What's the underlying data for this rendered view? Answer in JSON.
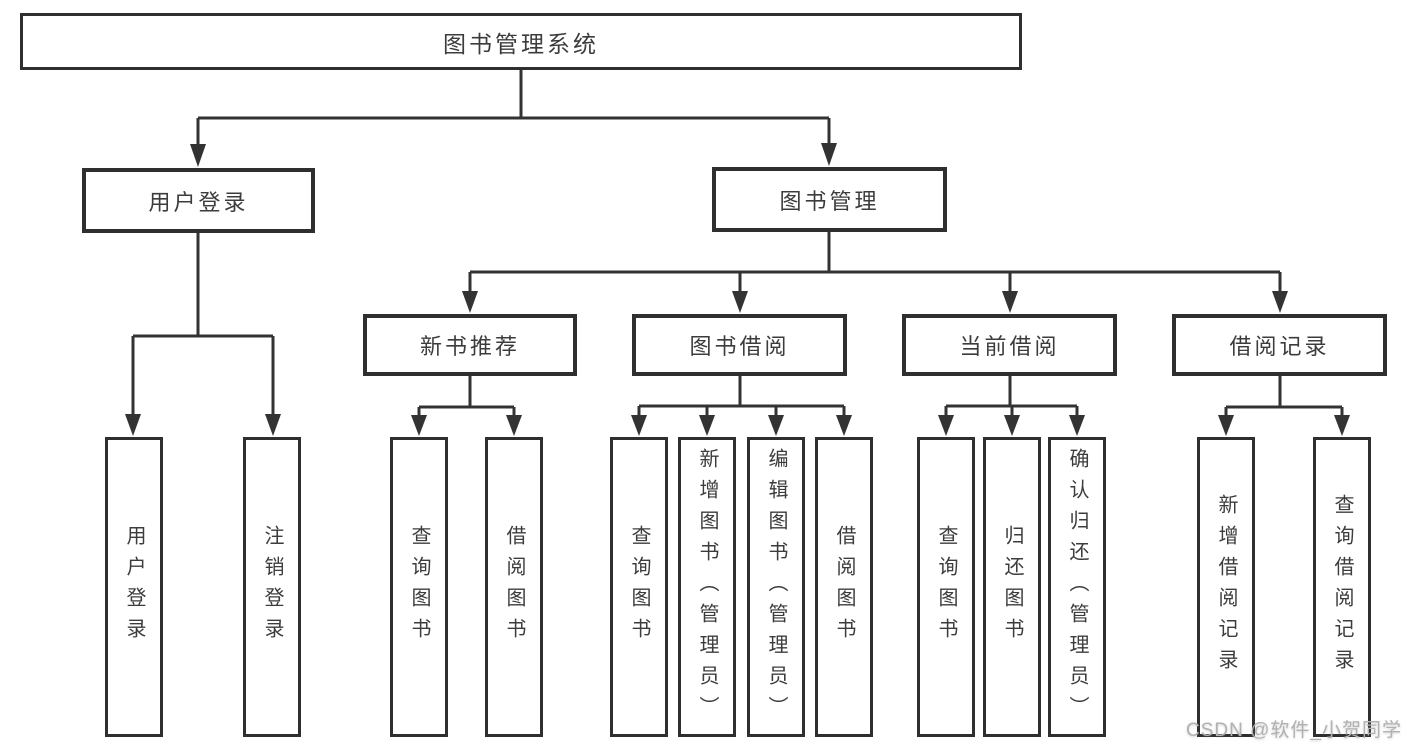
{
  "diagram": {
    "title": "图书管理系统",
    "level2": {
      "user_login": "用户登录",
      "book_management": "图书管理"
    },
    "level3": {
      "new_book_recommend": "新书推荐",
      "book_borrowing": "图书借阅",
      "current_borrowing": "当前借阅",
      "borrowing_records": "借阅记录"
    },
    "children": {
      "user_login": [
        "用户登录",
        "注销登录"
      ],
      "new_book_recommend": [
        "查询图书",
        "借阅图书"
      ],
      "book_borrowing": [
        "查询图书",
        "新增图书（管理员）",
        "编辑图书（管理员）",
        "借阅图书"
      ],
      "current_borrowing": [
        "查询图书",
        "归还图书",
        "确认归还（管理员）"
      ],
      "borrowing_records": [
        "新增借阅记录",
        "查询借阅记录"
      ]
    }
  },
  "watermark": "CSDN @软件_小贺同学",
  "colors": {
    "line": "#333333",
    "border": "#2f2f2f",
    "text": "#3c3c3c",
    "watermark": "#b2b2b2",
    "background": "#ffffff"
  }
}
